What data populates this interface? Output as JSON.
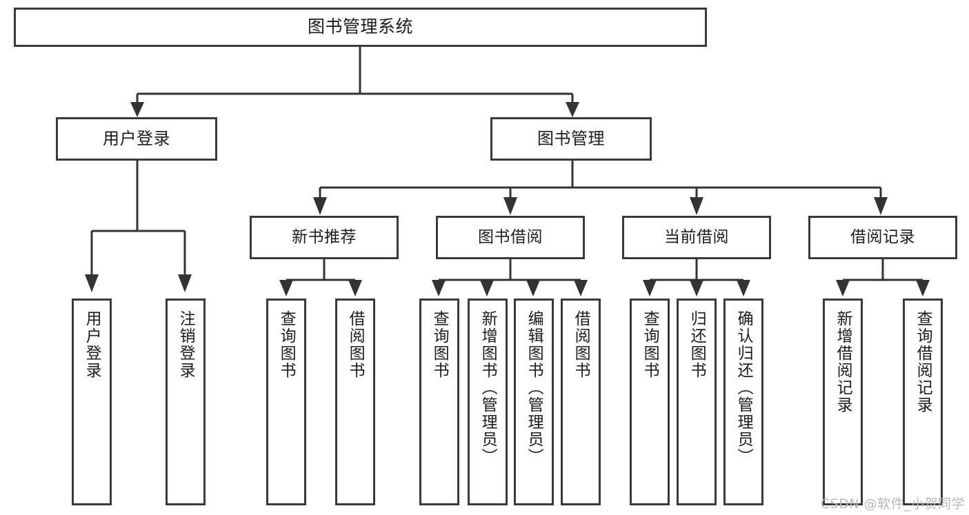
{
  "diagram": {
    "type": "tree-hierarchy-diagram",
    "title": "图书管理系统",
    "watermark": "CSDN @软件_小贺同学",
    "colors": {
      "box_border": "#3a3a3a",
      "connector": "#333333",
      "background": "#ffffff",
      "text": "#1c1c1c",
      "watermark": "#b9b9b9"
    },
    "levels": {
      "root": "图书管理系统",
      "level2": [
        "用户登录",
        "图书管理"
      ],
      "level3": [
        "新书推荐",
        "图书借阅",
        "当前借阅",
        "借阅记录"
      ]
    },
    "nodes": {
      "root": {
        "label": "图书管理系统"
      },
      "user_login": {
        "label": "用户登录"
      },
      "book_manage": {
        "label": "图书管理"
      },
      "new_book_rec": {
        "label": "新书推荐"
      },
      "book_borrow": {
        "label": "图书借阅"
      },
      "current_borrow": {
        "label": "当前借阅"
      },
      "borrow_record": {
        "label": "借阅记录"
      }
    },
    "leaves": {
      "user_login": [
        {
          "label": "用户登录"
        },
        {
          "label": "注销登录"
        }
      ],
      "new_book_rec": [
        {
          "label": "查询图书"
        },
        {
          "label": "借阅图书"
        }
      ],
      "book_borrow": [
        {
          "label": "查询图书"
        },
        {
          "label": "新增图书（管理员）"
        },
        {
          "label": "编辑图书（管理员）"
        },
        {
          "label": "借阅图书"
        }
      ],
      "current_borrow": [
        {
          "label": "查询图书"
        },
        {
          "label": "归还图书"
        },
        {
          "label": "确认归还（管理员）"
        }
      ],
      "borrow_record": [
        {
          "label": "新增借阅记录"
        },
        {
          "label": "查询借阅记录"
        }
      ]
    }
  }
}
